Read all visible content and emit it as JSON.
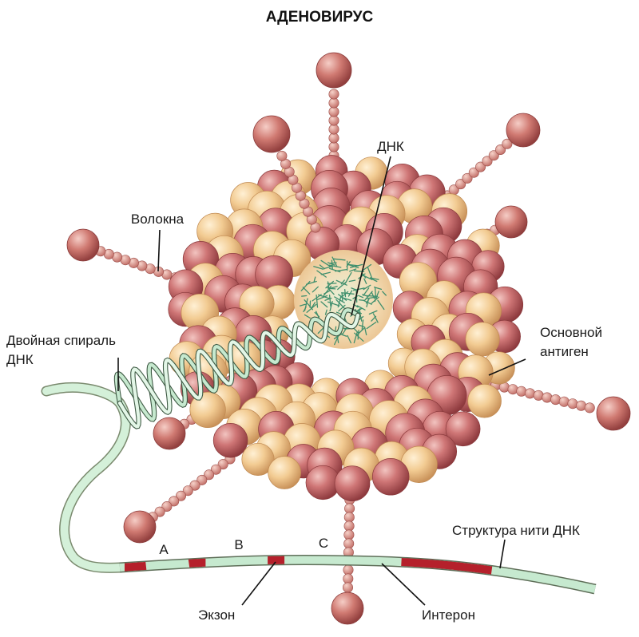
{
  "title": "АДЕНОВИРУС",
  "labels": {
    "dna": "ДНК",
    "fibers": "Волокна",
    "double_helix_line1": "Двойная спираль",
    "double_helix_line2": "ДНК",
    "main_antigen_line1": "Основной",
    "main_antigen_line2": "антиген",
    "strand_structure": "Структура нити ДНК",
    "exon": "Экзон",
    "intron": "Интерон",
    "segment_a": "A",
    "segment_b": "B",
    "segment_c": "C"
  },
  "colors": {
    "capsomer_rose": "#c96a6a",
    "capsomer_cream": "#f0c98f",
    "core": "#f3dcb4",
    "fiber": "#d98d86",
    "helix": "#c6e9cf",
    "exon": "#b5202b",
    "intron": "#c6e9cf",
    "dna_fragments": "#3f8f6d"
  },
  "icons": {
    "virion": "adenovirus-capsid-icon"
  }
}
